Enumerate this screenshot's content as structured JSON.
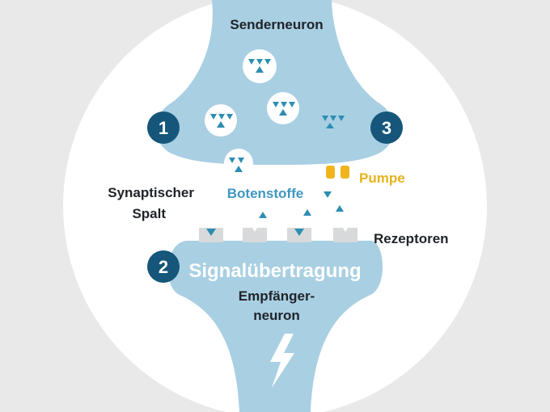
{
  "labels": {
    "sender": "Senderneuron",
    "cleft_line1": "Synaptischer",
    "cleft_line2": "Spalt",
    "messengers": "Botenstoffe",
    "pump": "Pumpe",
    "receptors": "Rezeptoren",
    "signal": "Signalübertragung",
    "receiver_line1": "Empfänger-",
    "receiver_line2": "neuron"
  },
  "steps": [
    {
      "number": "1"
    },
    {
      "number": "2"
    },
    {
      "number": "3"
    }
  ],
  "icons": {
    "vesicle": "vesicle-icon",
    "messenger": "messenger-triangle-icon",
    "pump": "pump-icon",
    "receptor": "receptor-icon",
    "signal": "lightning-icon"
  },
  "colors": {
    "background": "#e9e9e9",
    "circle": "#ffffff",
    "neuron": "#a9cfe3",
    "triangle": "#2e8db3",
    "badge": "#15567a",
    "pump": "#f0b41c",
    "receptor": "#d7d9db",
    "text_dark": "#1f2328",
    "text_blue": "#3f97c2",
    "text_pump": "#e8b21b",
    "text_white": "#ffffff"
  }
}
